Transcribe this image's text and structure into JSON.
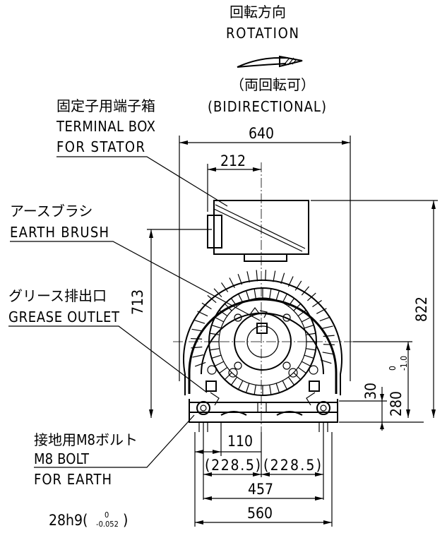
{
  "rotation": {
    "label_jp": "回転方向",
    "label_en": "ROTATION",
    "note_jp": "（両回転可）",
    "note_en": "(BIDIRECTIONAL)"
  },
  "callouts": {
    "terminal_box": {
      "jp": "固定子用端子箱",
      "en1": "TERMINAL BOX",
      "en2": "FOR STATOR"
    },
    "earth_brush": {
      "jp": "アースブラシ",
      "en": "EARTH BRUSH"
    },
    "grease_outlet": {
      "jp": "グリース排出口",
      "en": "GREASE OUTLET"
    },
    "earth_bolt": {
      "jp": "接地用M8ボルト",
      "en1": "M8 BOLT",
      "en2": "FOR EARTH"
    }
  },
  "dimensions": {
    "overall_width": "640",
    "terminal_box_offset": "212",
    "height_713": "713",
    "height_822": "822",
    "shaft_height": "280",
    "shaft_height_tol_upper": "0",
    "shaft_height_tol_lower": "-1.0",
    "base_height": "30",
    "foot_110": "110",
    "half_left": "(228.5)",
    "half_right": "(228.5)",
    "foot_457": "457",
    "base_560": "560",
    "shaft_fit": "28h9(",
    "shaft_fit_upper": "0",
    "shaft_fit_lower": "-0.052",
    "shaft_fit_close": ")"
  }
}
